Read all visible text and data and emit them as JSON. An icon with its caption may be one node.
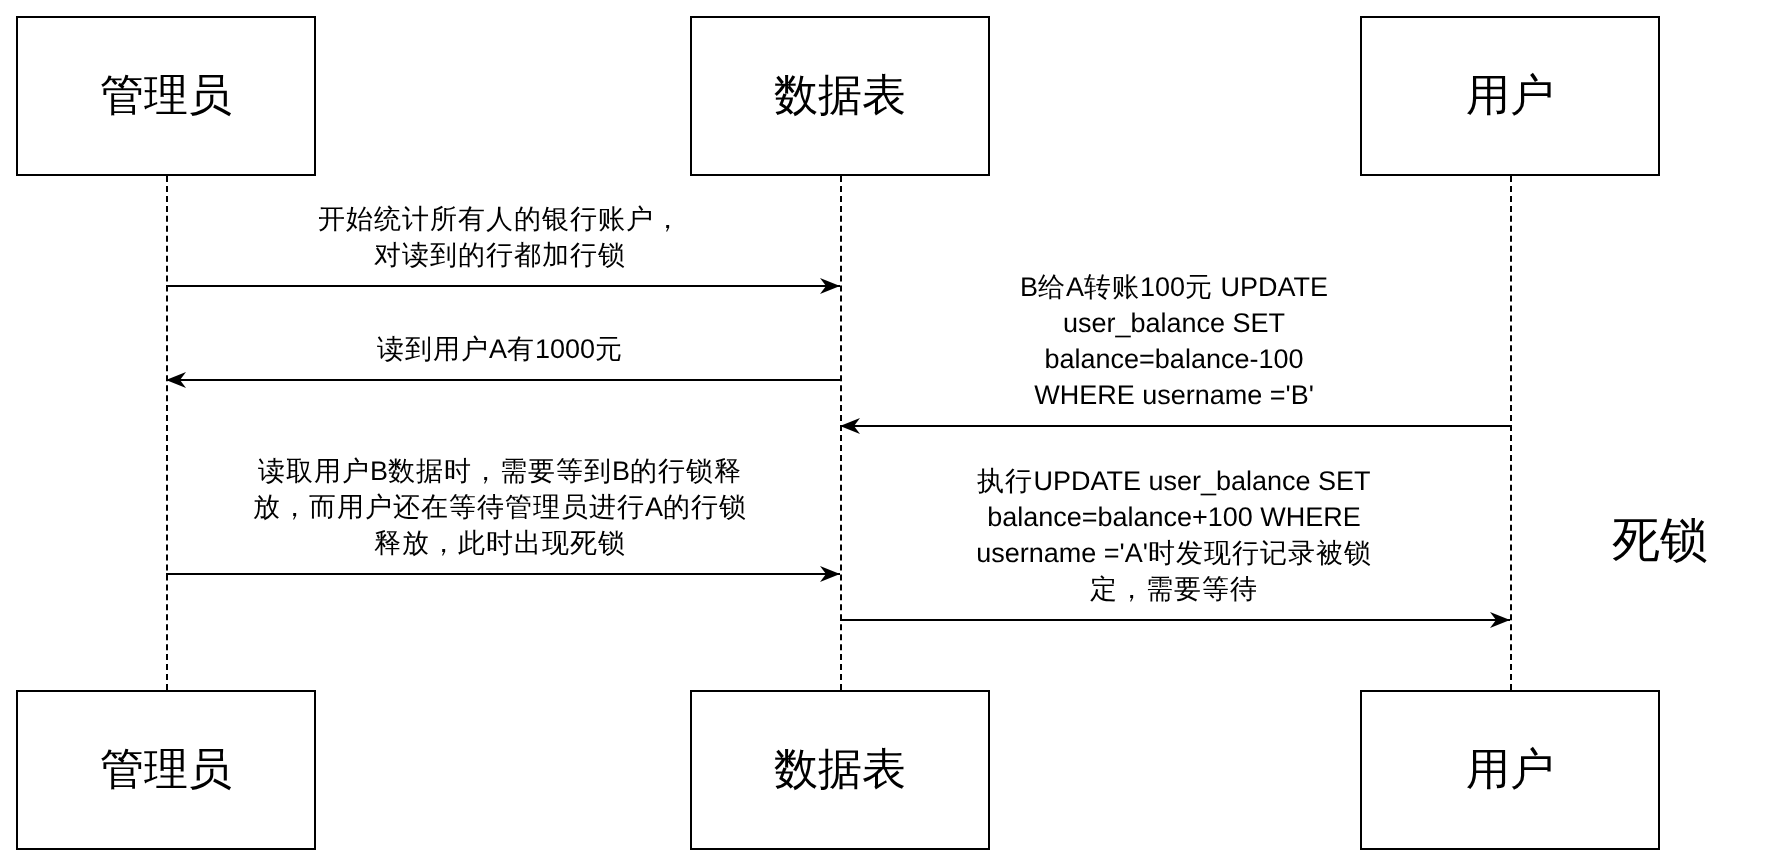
{
  "diagram": {
    "nodes": [
      {
        "text": [
          "管理员"
        ]
      },
      {
        "text": [
          "数据表"
        ]
      },
      {
        "text": [
          "用户"
        ]
      },
      {
        "text": [
          "管理员"
        ]
      },
      {
        "text": [
          "数据表"
        ]
      },
      {
        "text": [
          "用户"
        ]
      },
      {
        "text": [],
        "shape": "line"
      },
      {
        "text": [],
        "shape": "line"
      },
      {
        "text": [],
        "shape": "line"
      }
    ],
    "edges": [
      {
        "from": 6,
        "to": 7,
        "arrow": "to",
        "label": "开始统计所有人的银行账户，对读到的行都加行锁"
      },
      {
        "from": 7,
        "to": 6,
        "arrow": "to",
        "label": "读到用户A有1000元"
      },
      {
        "from": 8,
        "to": 7,
        "arrow": "to",
        "label": "B给A转账100元 UPDATE user_balance SET balance=balance-100 WHERE username ='B'"
      },
      {
        "from": 6,
        "to": 7,
        "arrow": "to",
        "label": "读取用户B数据时，需要等到B的行锁释放，而用户还在等待管理员进行A的行锁释放，此时出现死锁"
      },
      {
        "from": 7,
        "to": 8,
        "arrow": "to",
        "label": "执行UPDATE user_balance SET balance=balance+100 WHERE username ='A'时发现行记录被锁定，需要等待"
      }
    ],
    "labels": [
      "死锁"
    ]
  }
}
